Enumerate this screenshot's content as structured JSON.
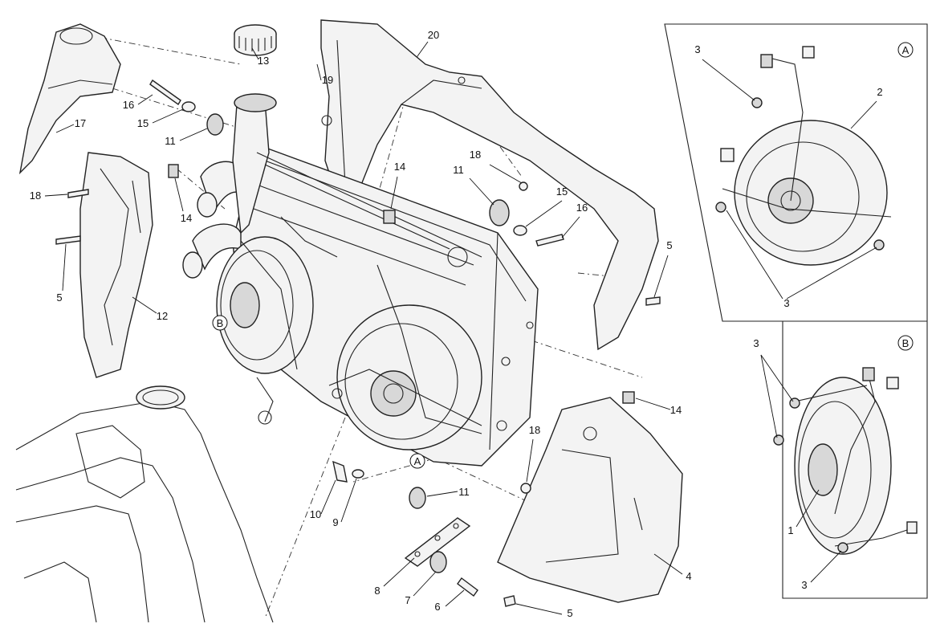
{
  "callouts": [
    {
      "label": "13"
    },
    {
      "label": "19"
    },
    {
      "label": "20"
    },
    {
      "label": "16"
    },
    {
      "label": "15"
    },
    {
      "label": "17"
    },
    {
      "label": "11"
    },
    {
      "label": "18"
    },
    {
      "label": "14"
    },
    {
      "label": "5"
    },
    {
      "label": "12"
    },
    {
      "label": "B"
    },
    {
      "label": "18"
    },
    {
      "label": "11"
    },
    {
      "label": "14"
    },
    {
      "label": "15"
    },
    {
      "label": "16"
    },
    {
      "label": "5"
    },
    {
      "label": "14"
    },
    {
      "label": "18"
    },
    {
      "label": "A"
    },
    {
      "label": "11"
    },
    {
      "label": "10"
    },
    {
      "label": "9"
    },
    {
      "label": "8"
    },
    {
      "label": "7"
    },
    {
      "label": "6"
    },
    {
      "label": "5"
    },
    {
      "label": "4"
    }
  ],
  "inset_a": {
    "badge": "A",
    "labels": [
      {
        "label": "3"
      },
      {
        "label": "2"
      },
      {
        "label": "3"
      }
    ]
  },
  "inset_b": {
    "badge": "B",
    "labels": [
      {
        "label": "3"
      },
      {
        "label": "1"
      },
      {
        "label": "3"
      }
    ]
  }
}
